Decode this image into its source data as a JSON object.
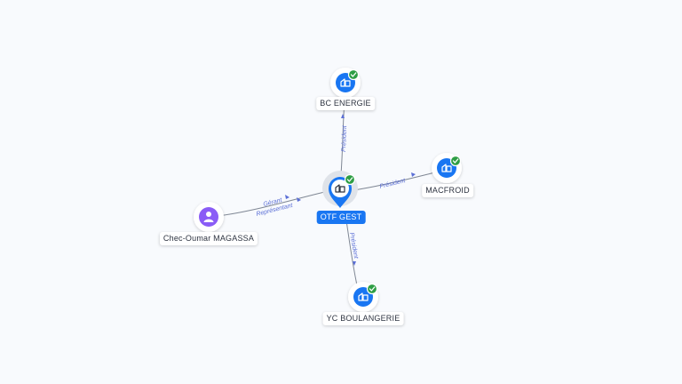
{
  "colors": {
    "company_blue": "#1976f2",
    "person_purple": "#8a5cf6",
    "verified_green": "#2e9e45",
    "edge_label": "#5b6fd6",
    "edge": "#7f8794"
  },
  "nodes": {
    "center": {
      "label": "OTF GEST",
      "icon": "building-icon",
      "verified": true
    },
    "bc_energie": {
      "label": "BC ENERGIE",
      "icon": "building-icon",
      "verified": true
    },
    "macfroid": {
      "label": "MACFROID",
      "icon": "building-icon",
      "verified": true
    },
    "yc_boulangerie": {
      "label": "YC BOULANGERIE",
      "icon": "building-icon",
      "verified": true
    },
    "person": {
      "label": "Chec-Oumar MAGASSA",
      "icon": "person-icon"
    }
  },
  "edges": {
    "to_bc_energie": {
      "label": "Président"
    },
    "to_macfroid": {
      "label": "Président"
    },
    "to_yc_boulangerie": {
      "label": "Président"
    },
    "from_person": {
      "label_1": "Gérant",
      "label_2": "Représentant"
    }
  }
}
